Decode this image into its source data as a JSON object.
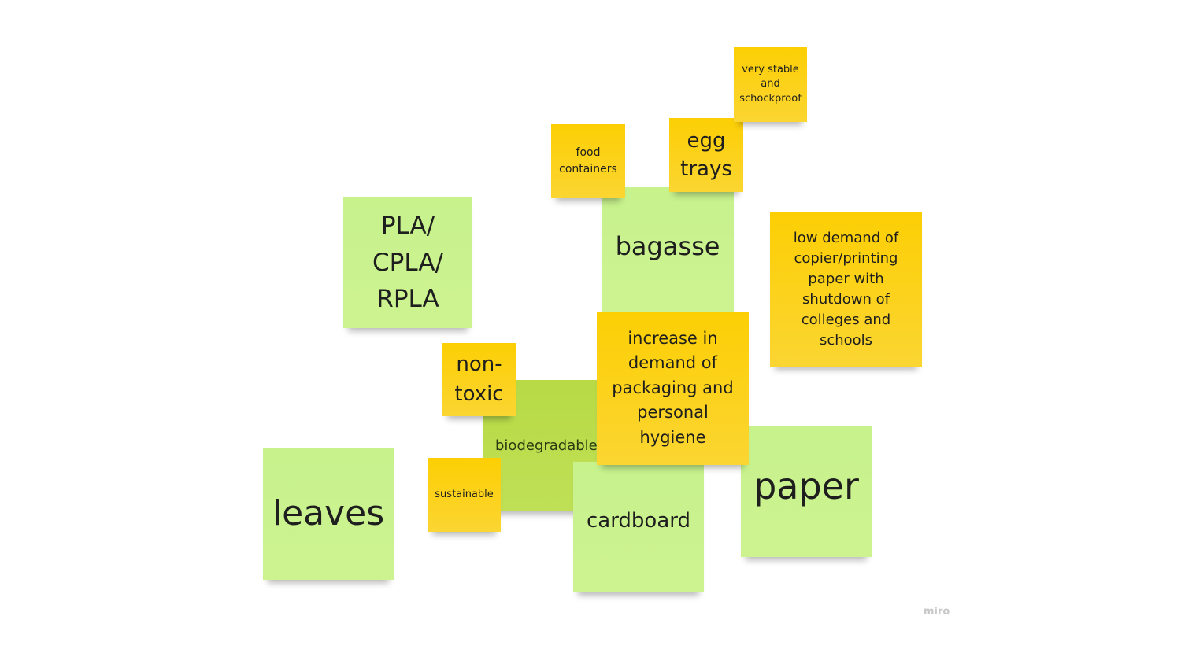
{
  "notes": {
    "biodegradable": "biodegradable",
    "bagasse": "bagasse",
    "cardboard": "cardboard",
    "paper": "paper",
    "pla": "PLA/ CPLA/ RPLA",
    "leaves": "leaves",
    "food_containers": "food containers",
    "egg_trays": "egg trays",
    "very_stable": "very stable and schockproof",
    "low_demand": "low demand of copier/printing paper with shutdown of colleges and schools",
    "non_toxic": "non-toxic",
    "increase": "increase in demand of packaging and personal hygiene",
    "sustainable": "sustainable"
  },
  "watermark": "miro",
  "colors": {
    "green": "#c9f28e",
    "dark_green": "#bbdc4d",
    "yellow": "#fcd01a"
  }
}
